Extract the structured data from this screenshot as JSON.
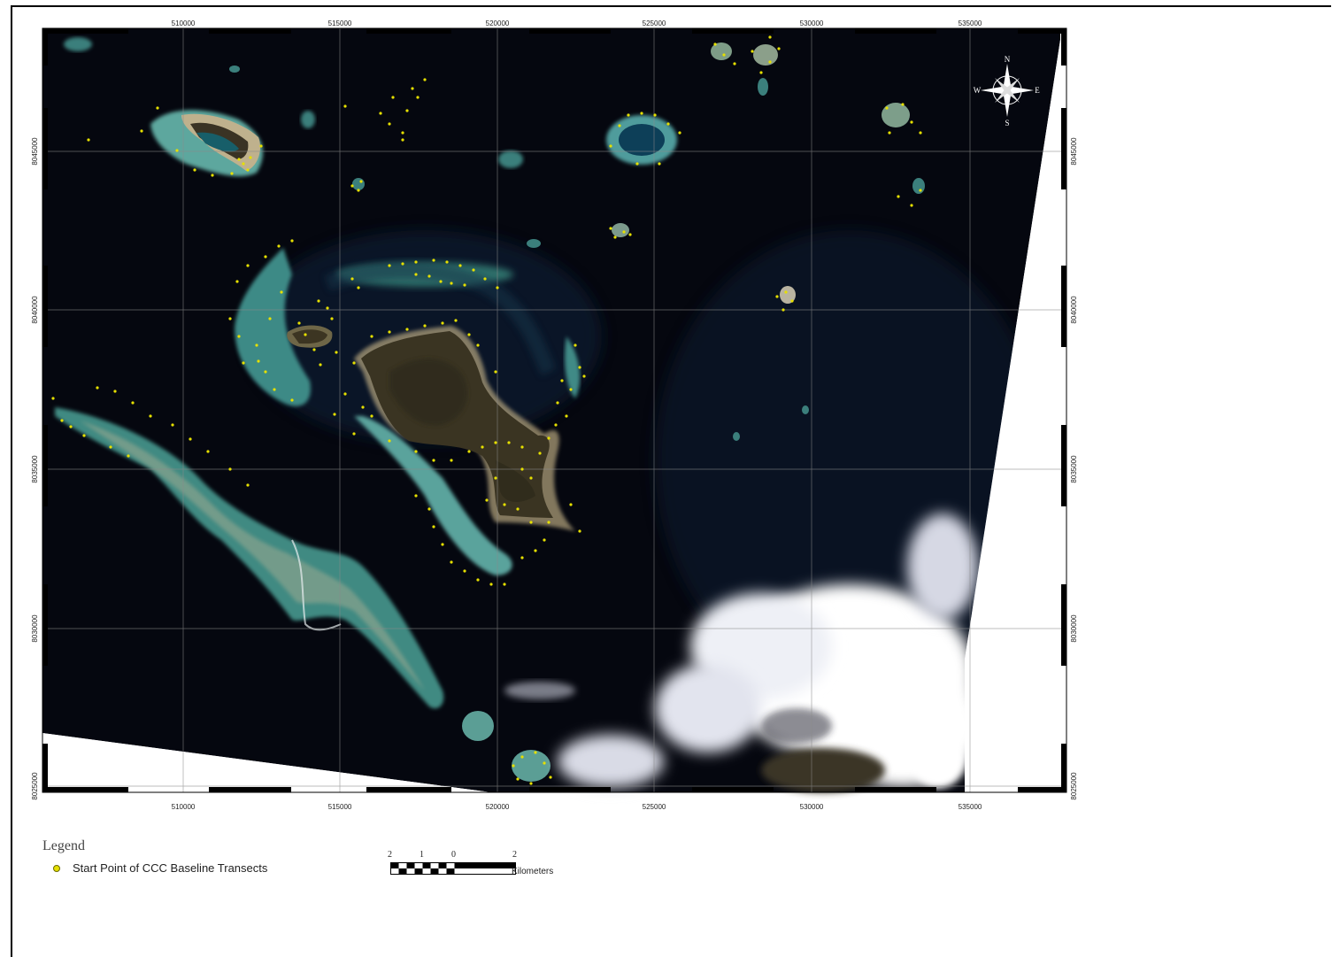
{
  "map": {
    "x_ticks": [
      "510000",
      "515000",
      "520000",
      "525000",
      "530000",
      "535000"
    ],
    "y_ticks": [
      "8045000",
      "8040000",
      "8035000",
      "8030000",
      "8025000"
    ],
    "background_color": "#05070f",
    "marker_color": "#e6e000",
    "compass": {
      "n": "N",
      "s": "S",
      "e": "E",
      "w": "W"
    }
  },
  "legend": {
    "title": "Legend",
    "items": [
      {
        "label": "Start Point of CCC Baseline Transects",
        "symbol": "yellow-dot-icon"
      }
    ]
  },
  "scalebar": {
    "labels": [
      "2",
      "1",
      "0",
      "2"
    ],
    "unit": "Kilometers"
  }
}
